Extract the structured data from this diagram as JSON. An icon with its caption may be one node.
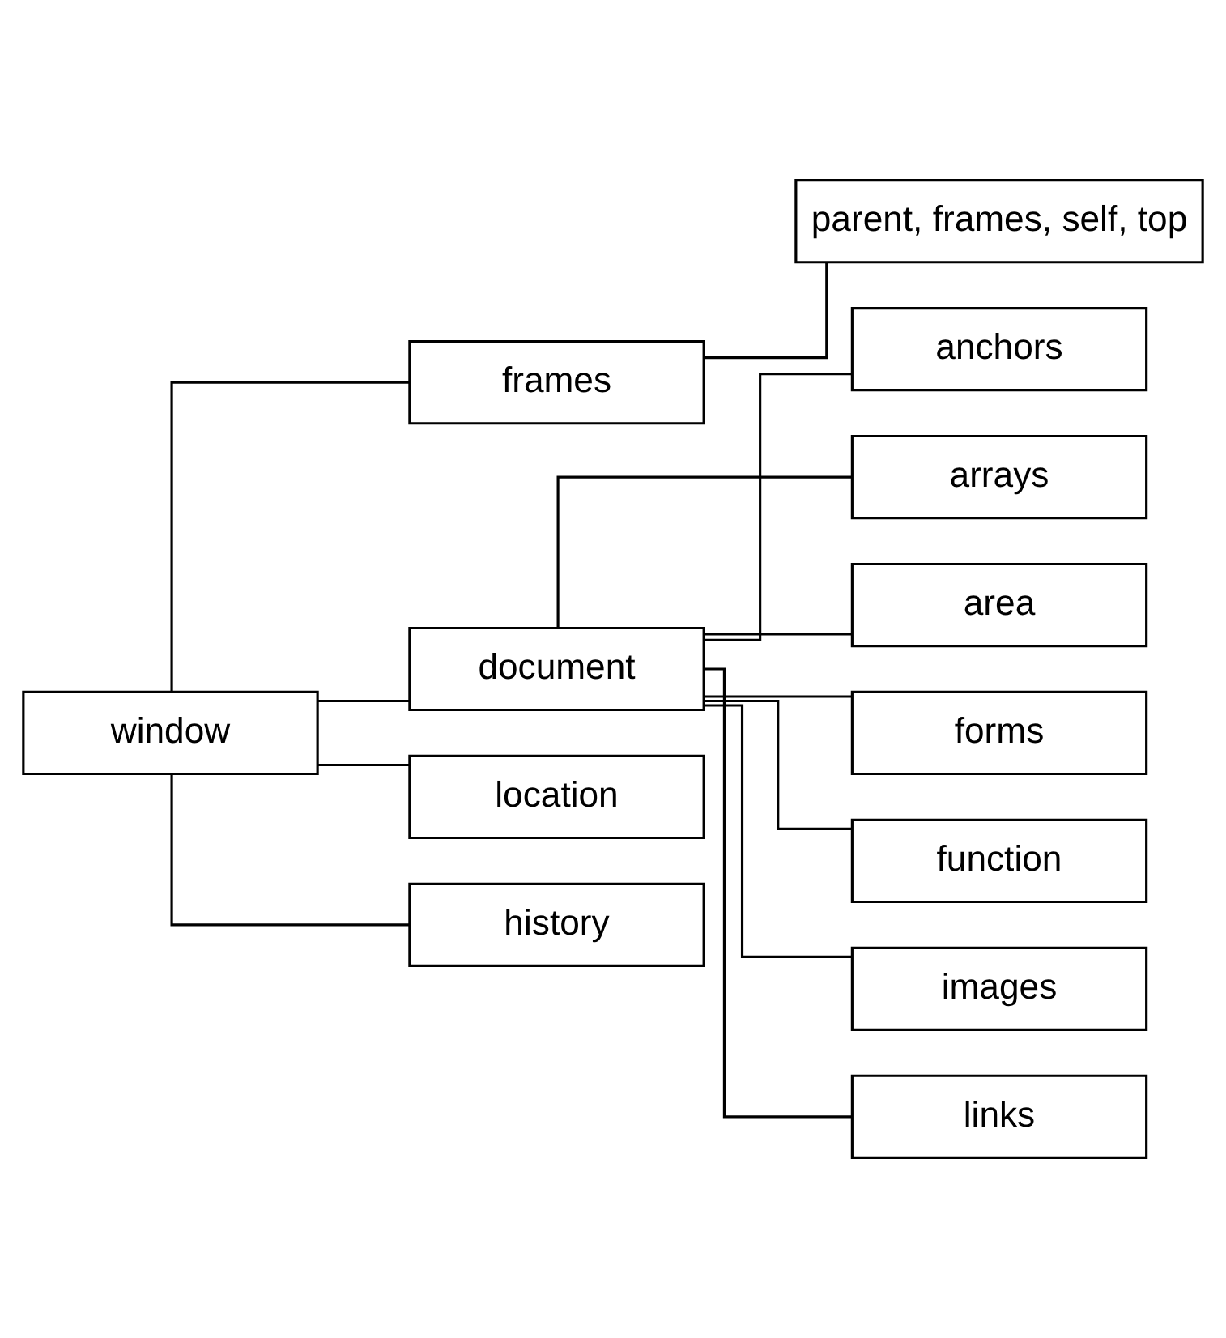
{
  "diagram": {
    "nodes": [
      {
        "text": [
          "window"
        ]
      },
      {
        "text": [
          "frames"
        ]
      },
      {
        "text": [
          "parent, frames, self, top"
        ]
      },
      {
        "text": [
          "document"
        ]
      },
      {
        "text": [
          "location"
        ]
      },
      {
        "text": [
          "history"
        ]
      },
      {
        "text": [
          "anchors"
        ]
      },
      {
        "text": [
          "arrays"
        ]
      },
      {
        "text": [
          "area"
        ]
      },
      {
        "text": [
          "forms"
        ]
      },
      {
        "text": [
          "function"
        ]
      },
      {
        "text": [
          "images"
        ]
      },
      {
        "text": [
          "links"
        ]
      }
    ],
    "edges": [
      {
        "from": 0,
        "to": 1,
        "arrow": "none"
      },
      {
        "from": 0,
        "to": 3,
        "arrow": "none"
      },
      {
        "from": 0,
        "to": 4,
        "arrow": "none"
      },
      {
        "from": 0,
        "to": 5,
        "arrow": "none"
      },
      {
        "from": 1,
        "to": 2,
        "arrow": "none"
      },
      {
        "from": 3,
        "to": 6,
        "arrow": "none"
      },
      {
        "from": 3,
        "to": 7,
        "arrow": "none"
      },
      {
        "from": 3,
        "to": 8,
        "arrow": "none"
      },
      {
        "from": 3,
        "to": 9,
        "arrow": "none"
      },
      {
        "from": 3,
        "to": 10,
        "arrow": "none"
      },
      {
        "from": 3,
        "to": 11,
        "arrow": "none"
      },
      {
        "from": 3,
        "to": 12,
        "arrow": "none"
      }
    ]
  }
}
